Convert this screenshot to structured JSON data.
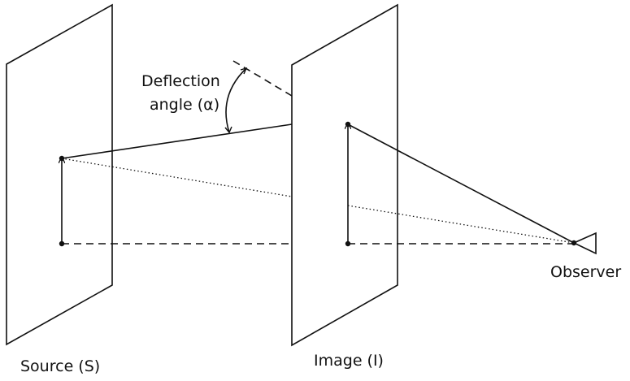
{
  "labels": {
    "deflection_line1": "Deflection",
    "deflection_line2": "angle (α)",
    "source": "Source (S)",
    "image": "Image (I)",
    "observer": "Observer"
  },
  "colors": {
    "stroke": "#111111",
    "background": "#ffffff"
  }
}
